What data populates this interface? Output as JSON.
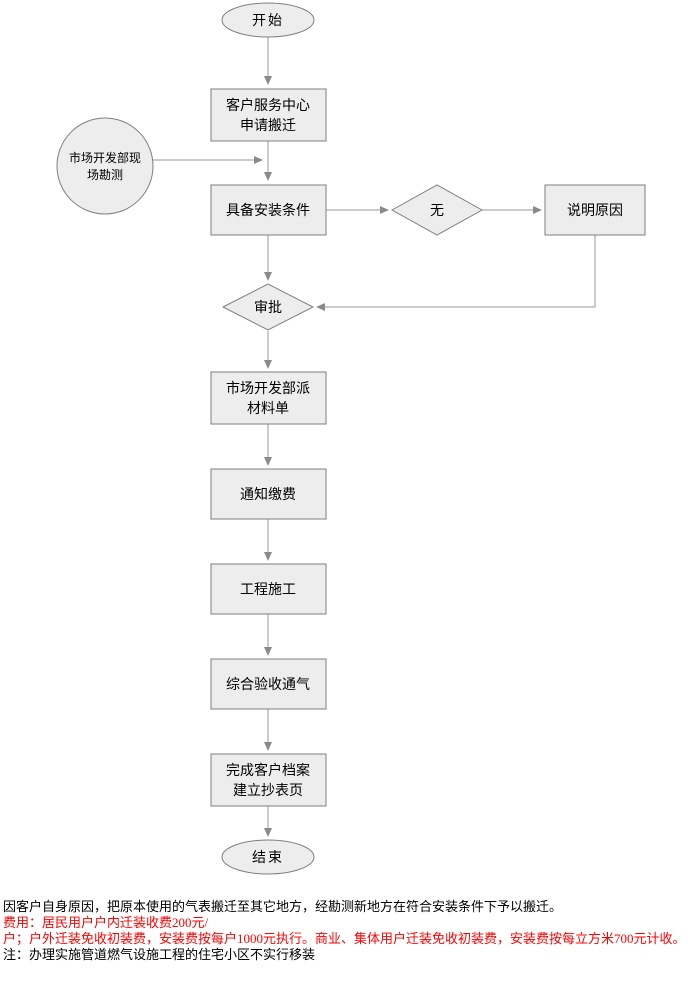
{
  "flowchart": {
    "start": "开始",
    "apply_line1": "客户服务中心",
    "apply_line2": "申请搬迁",
    "survey_line1": "市场开发部现",
    "survey_line2": "场勘测",
    "condition": "具备安装条件",
    "no_label": "无",
    "explain": "说明原因",
    "approve": "审批",
    "material_line1": "市场开发部派",
    "material_line2": "材料单",
    "notify": "通知缴费",
    "construction": "工程施工",
    "acceptance": "综合验收通气",
    "archive_line1": "完成客户档案",
    "archive_line2": "建立抄表页",
    "end": "结束"
  },
  "notes": {
    "line1": "因客户自身原因，把原本使用的气表搬迁至其它地方，经勘测新地方在符合安装条件下予以搬迁。",
    "line2": "费用：居民用户户内迁装收费200元/",
    "line3": "户；户外迁装免收初装费，安装费按每户1000元执行。商业、集体用户迁装免收初装费，安装费按每立方米700元计收。",
    "line4": "注：办理实施管道燃气设施工程的住宅小区不实行移装"
  },
  "colors": {
    "node_fill": "#ededed",
    "node_stroke": "#7f7f7f",
    "edge": "#9a9a9a",
    "text": "#000000",
    "note_red": "#ff0000"
  }
}
